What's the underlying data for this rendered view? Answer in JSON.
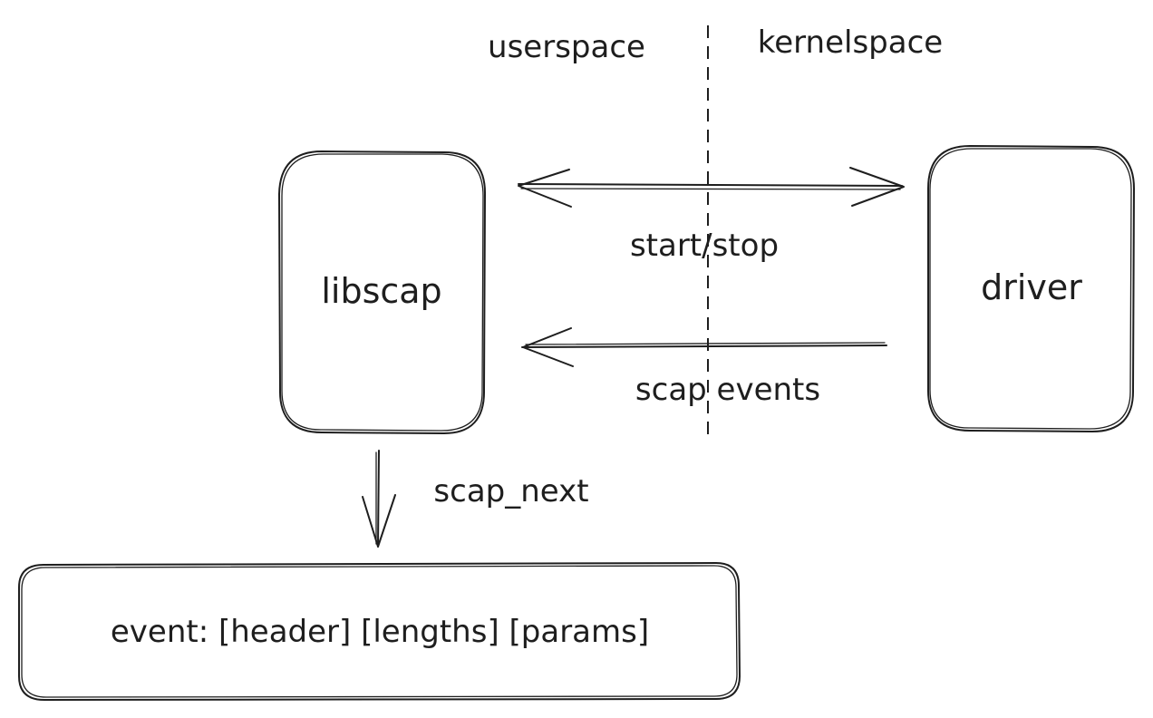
{
  "regions": {
    "left": "userspace",
    "right": "kernelspace"
  },
  "nodes": {
    "libscap": "libscap",
    "driver": "driver",
    "event": "event: [header] [lengths] [params]"
  },
  "edges": {
    "control": "start/stop",
    "events": "scap events",
    "next": "scap_next"
  },
  "colors": {
    "ink": "#1e1e1e",
    "background": "#ffffff"
  }
}
